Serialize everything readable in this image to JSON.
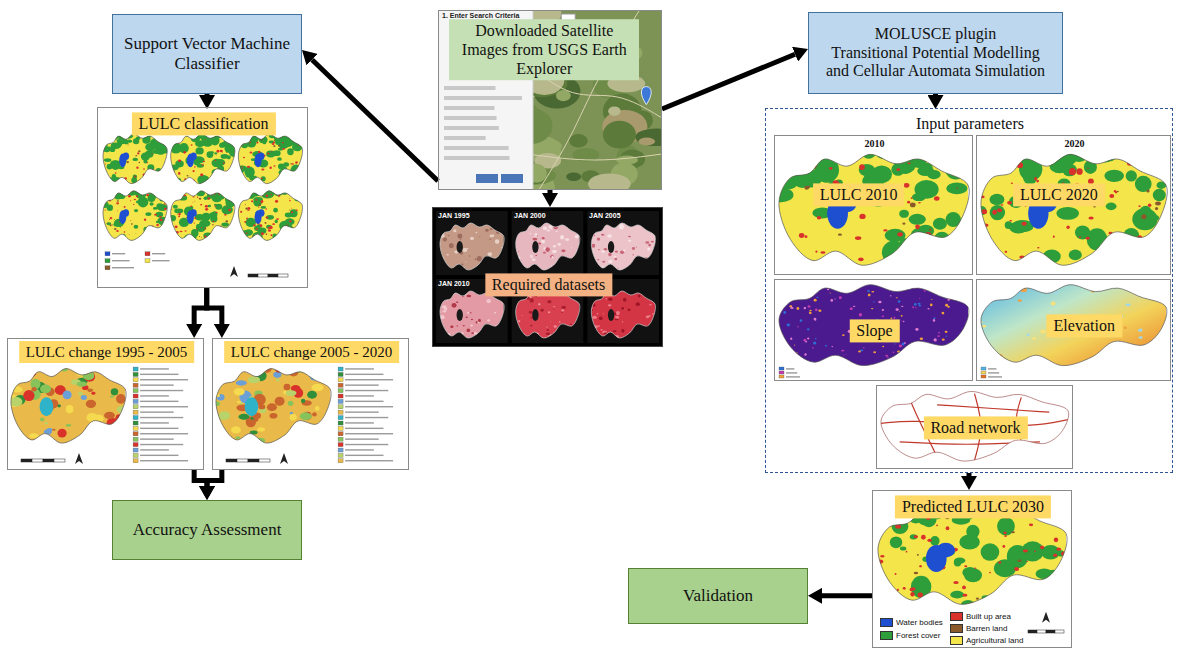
{
  "diagram": {
    "nodes": [
      {
        "text": [
          "Support Vector Machine Classifier"
        ]
      },
      {
        "text": [
          "Downloaded Satellite Images from USGS Earth Explorer"
        ]
      },
      {
        "text": [
          "MOLUSCE plugin",
          "Transitional Potential Modelling and Cellular Automata Simulation"
        ]
      },
      {
        "text": [
          "LULC classification"
        ]
      },
      {
        "text": [
          "Required datasets"
        ]
      },
      {
        "text": [
          "Input parameters"
        ]
      },
      {
        "text": [
          "2010",
          "LULC 2010"
        ],
        "in": 5
      },
      {
        "text": [
          "2020",
          "LULC 2020"
        ],
        "in": 5
      },
      {
        "text": [
          "Slope"
        ],
        "in": 5
      },
      {
        "text": [
          "Elevation"
        ],
        "in": 5
      },
      {
        "text": [
          "Road network"
        ],
        "in": 5
      },
      {
        "text": [
          "LULC change 1995 - 2005"
        ]
      },
      {
        "text": [
          "LULC change 2005 - 2020"
        ]
      },
      {
        "text": [
          "Accuracy Assessment"
        ]
      },
      {
        "text": [
          "Predicted LULC 2030"
        ]
      },
      {
        "text": [
          "Validation"
        ]
      }
    ],
    "edges": [
      {
        "from": 1,
        "to": 0,
        "arrow": "to"
      },
      {
        "from": 1,
        "to": 2,
        "arrow": "to"
      },
      {
        "from": 1,
        "to": 4,
        "arrow": "to"
      },
      {
        "from": 0,
        "to": 3,
        "arrow": "to"
      },
      {
        "from": 3,
        "to": 11,
        "arrow": "to"
      },
      {
        "from": 3,
        "to": 12,
        "arrow": "to"
      },
      {
        "from": 11,
        "to": 13,
        "arrow": "to"
      },
      {
        "from": 12,
        "to": 13,
        "arrow": "to"
      },
      {
        "from": 2,
        "to": 5,
        "arrow": "to"
      },
      {
        "from": 5,
        "to": 14,
        "arrow": "to"
      },
      {
        "from": 14,
        "to": 15,
        "arrow": "to"
      }
    ],
    "labels": [
      "1. Enter Search Criteria",
      "JAN 1995",
      "JAN 2000",
      "JAN 2005",
      "JAN 2010"
    ],
    "legend": [
      {
        "text": "Water bodies",
        "color": "#1f4fd1"
      },
      {
        "text": "Forest cover",
        "color": "#2e9e3a"
      },
      {
        "text": "Built up area",
        "color": "#d8322a"
      },
      {
        "text": "Barren land",
        "color": "#8b5a2b"
      },
      {
        "text": "Agricultural land",
        "color": "#f3e54a"
      }
    ]
  }
}
